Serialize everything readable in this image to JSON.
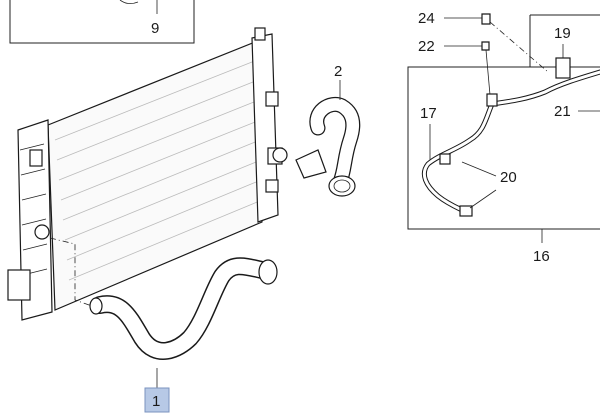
{
  "callouts": {
    "c9": "9",
    "c2": "2",
    "c24": "24",
    "c22": "22",
    "c19": "19",
    "c17": "17",
    "c21": "21",
    "c20": "20",
    "c16": "16",
    "c1": "1"
  },
  "colors": {
    "highlight_fill": "#b7c9e6",
    "highlight_stroke": "#7b93bf",
    "line": "#222222"
  }
}
